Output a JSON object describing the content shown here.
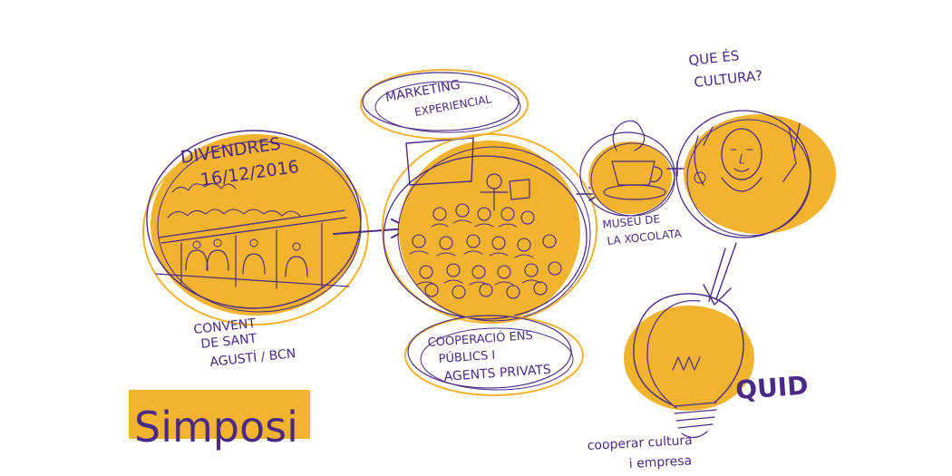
{
  "colors": {
    "accent": "#f2b32f",
    "ink": "#4a2a86",
    "background": "#ffffff"
  },
  "labels": {
    "date_line1": "DIVENDRES",
    "date_line2": "16/12/2016",
    "venue_line1": "CONVENT",
    "venue_line2": "DE SANT",
    "venue_line3": "AGUSTÍ / BCN",
    "marketing_line1": "MARKETING",
    "marketing_line2": "EXPERIENCIAL",
    "coop_line1": "COOPERACIÓ ENS",
    "coop_line2": "PÚBLICS I",
    "coop_line3": "AGENTS PRIVATS",
    "museum_line1": "MUSEU DE",
    "museum_line2": "LA XOCOLATA",
    "question_line1": "QUE ÉS",
    "question_line2": "CULTURA?",
    "quid": "QUID",
    "bulb_line1": "cooperar cultura",
    "bulb_line2": "i empresa",
    "title": "Simposi"
  }
}
